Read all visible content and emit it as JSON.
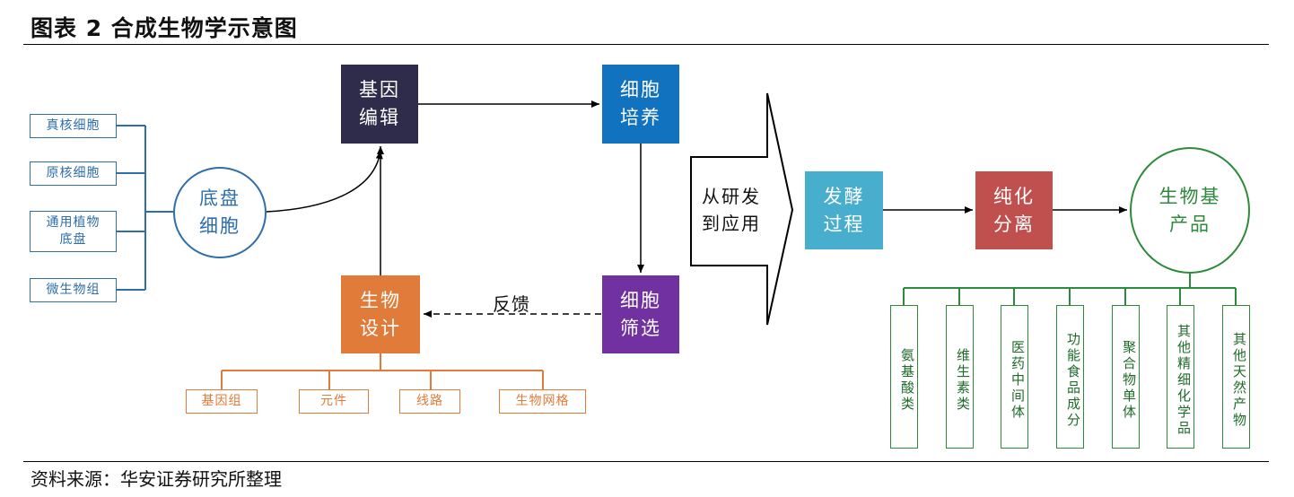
{
  "title": "图表 2  合成生物学示意图",
  "source": "资料来源：华安证券研究所整理",
  "chassis": {
    "items": [
      "真核细胞",
      "原核细胞",
      "通用植物\n底盘",
      "微生物组"
    ],
    "center": "底盘\n细胞"
  },
  "nodes": {
    "gene_edit": "基因\n编辑",
    "cell_culture": "细胞\n培养",
    "cell_screen": "细胞\n筛选",
    "bio_design": "生物\n设计",
    "feedback": "反馈"
  },
  "design_items": [
    "基因组",
    "元件",
    "线路",
    "生物网格"
  ],
  "arrow_label": "从研发\n到应用",
  "process": {
    "fermentation": "发酵\n过程",
    "purification": "纯化\n分离",
    "product": "生物基\n产品"
  },
  "products": [
    "氨基酸类",
    "维生素类",
    "医药中间体",
    "功能食品成分",
    "聚合物单体",
    "其他精细化学品",
    "其他天然产物"
  ],
  "colors": {
    "navy": "#2e2c4a",
    "blue": "#1172c0",
    "purple": "#7131a0",
    "orange": "#e07b3a",
    "teal": "#48aecd",
    "red": "#c0504d",
    "green": "#2d8a3a",
    "chassis_blue": "#2e6eaa"
  }
}
